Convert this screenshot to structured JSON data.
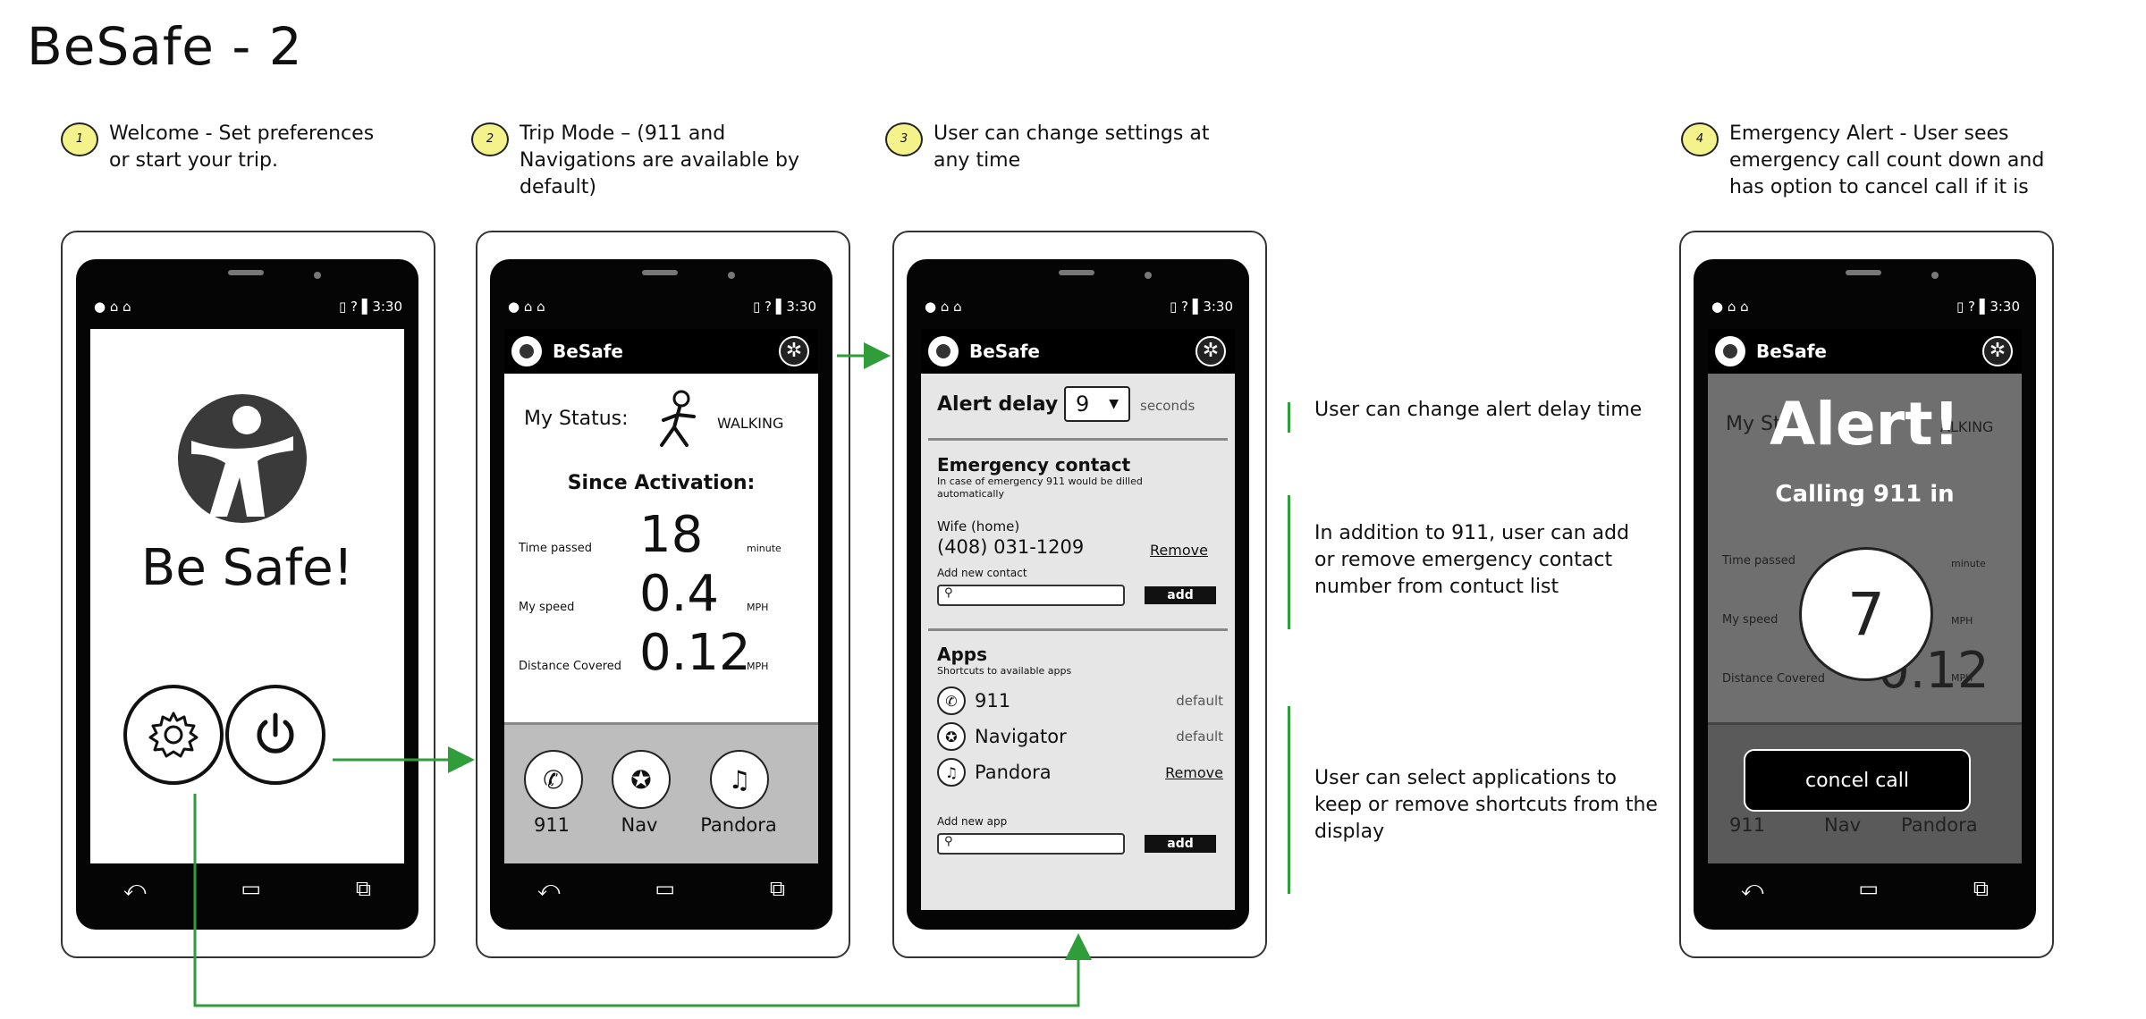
{
  "title": "BeSafe - 2",
  "steps": [
    {
      "num": "1",
      "text": "Welcome - Set preferences\nor start your trip."
    },
    {
      "num": "2",
      "text": "Trip Mode – (911 and\nNavigations are available by\ndefault)"
    },
    {
      "num": "3",
      "text": "User can change settings at\nany time"
    },
    {
      "num": "4",
      "text": "Emergency Alert - User sees\nemergency call count down and\nhas option to cancel call if it is"
    }
  ],
  "statusbar": {
    "time": "3:30",
    "signal": "? "
  },
  "app_name": "BeSafe",
  "screen1": {
    "heading": "Be Safe!"
  },
  "screen2": {
    "status_label": "My Status:",
    "status_value": "WALKING",
    "since": "Since Activation:",
    "stats": [
      {
        "label": "Time passed",
        "value": "18",
        "unit": "minute"
      },
      {
        "label": "My speed",
        "value": "0.4",
        "unit": "MPH"
      },
      {
        "label": "Distance Covered",
        "value": "0.12",
        "unit": "MPH"
      }
    ],
    "apps": [
      "911",
      "Nav",
      "Pandora"
    ]
  },
  "screen3": {
    "alert_delay_label": "Alert delay",
    "alert_delay_value": "9",
    "alert_delay_unit": "seconds",
    "emergency_title": "Emergency contact",
    "emergency_sub": "In case of emergency 911 would be dilled\nautomatically",
    "contact_name": "Wife (home)",
    "contact_number": "(408) 031-1209",
    "remove": "Remove",
    "add_contact_label": "Add new contact",
    "add": "add",
    "apps_title": "Apps",
    "apps_sub": "Shortcuts to available apps",
    "apps": [
      {
        "name": "911",
        "action": "default"
      },
      {
        "name": "Navigator",
        "action": "default"
      },
      {
        "name": "Pandora",
        "action": "Remove"
      }
    ],
    "add_app_label": "Add new app"
  },
  "screen4": {
    "alert": "Alert!",
    "calling": "Calling 911 in",
    "countdown": "7",
    "cancel": "concel call",
    "status_partial": "My St",
    "walking_partial": "ALKING",
    "time_label": "Time passed",
    "speed_label": "My speed",
    "distance_label": "Distance Covered",
    "value_partial": "0.12",
    "minute": "minute",
    "mph": "MPH"
  },
  "annotations": [
    "User can change alert delay time",
    "In addition to 911, user can add\nor remove emergency contact\nnumber from contuct list",
    "User can select applications to\nkeep or remove shortcuts from the\ndisplay"
  ],
  "colors": {
    "accent_green": "#2f9e3a",
    "step_yellow": "#f4f28a"
  }
}
